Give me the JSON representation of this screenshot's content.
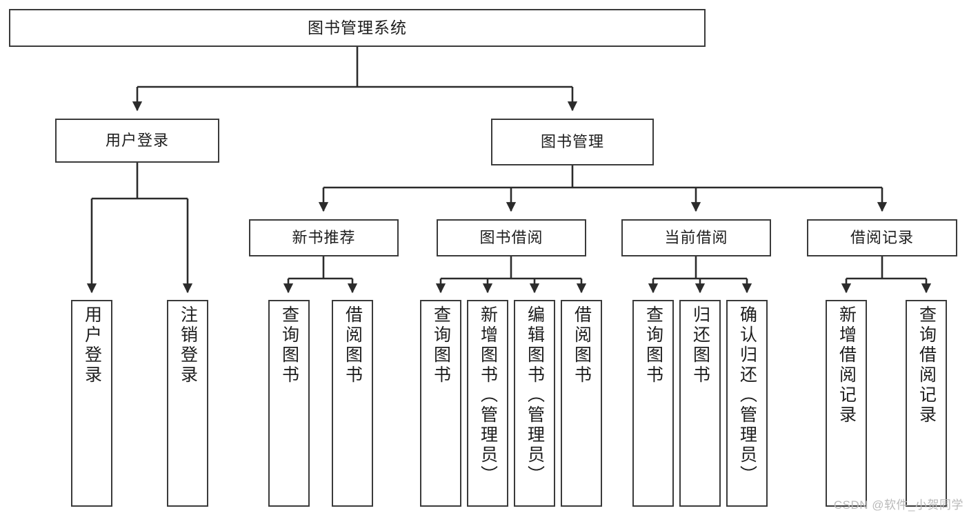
{
  "diagram": {
    "type": "tree",
    "title": "图书管理系统",
    "watermark": "CSDN @软件_小贺同学",
    "colors": {
      "box_border": "#3a3a3a",
      "box_fill": "#ffffff",
      "connector": "#2b2b2b",
      "text": "#1d1d1d",
      "watermark": "#b9b9b9"
    },
    "nodes": {
      "root": {
        "label": "图书管理系统"
      },
      "level2": [
        {
          "label": "用户登录"
        },
        {
          "label": "图书管理"
        }
      ],
      "level3": [
        {
          "label": "新书推荐"
        },
        {
          "label": "图书借阅"
        },
        {
          "label": "当前借阅"
        },
        {
          "label": "借阅记录"
        }
      ],
      "leaves": {
        "user_login": [
          {
            "label": "用户登录"
          },
          {
            "label": "注销登录"
          }
        ],
        "new_book": [
          {
            "label": "查询图书"
          },
          {
            "label": "借阅图书"
          }
        ],
        "book_borrow": [
          {
            "label": "查询图书"
          },
          {
            "label": "新增图书（管理员）"
          },
          {
            "label": "编辑图书（管理员）"
          },
          {
            "label": "借阅图书"
          }
        ],
        "current_borrow": [
          {
            "label": "查询图书"
          },
          {
            "label": "归还图书"
          },
          {
            "label": "确认归还（管理员）"
          }
        ],
        "borrow_record": [
          {
            "label": "新增借阅记录"
          },
          {
            "label": "查询借阅记录"
          }
        ]
      }
    }
  }
}
